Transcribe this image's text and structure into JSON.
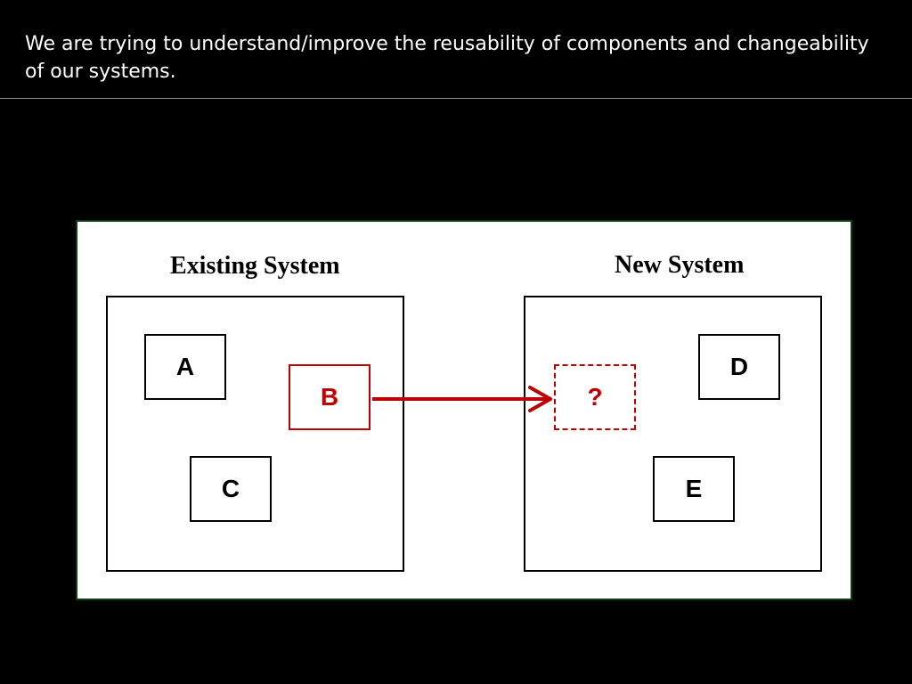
{
  "slide": {
    "title": "We are trying to understand/improve the reusability of components and changeability of our systems."
  },
  "diagram": {
    "existing_system": {
      "heading": "Existing System",
      "components": {
        "a": "A",
        "b": "B",
        "c": "C"
      }
    },
    "new_system": {
      "heading": "New System",
      "components": {
        "placeholder": "?",
        "d": "D",
        "e": "E"
      }
    },
    "colors": {
      "highlight": "#c00000",
      "panel_border": "#0e3d16",
      "background": "#000000"
    }
  }
}
